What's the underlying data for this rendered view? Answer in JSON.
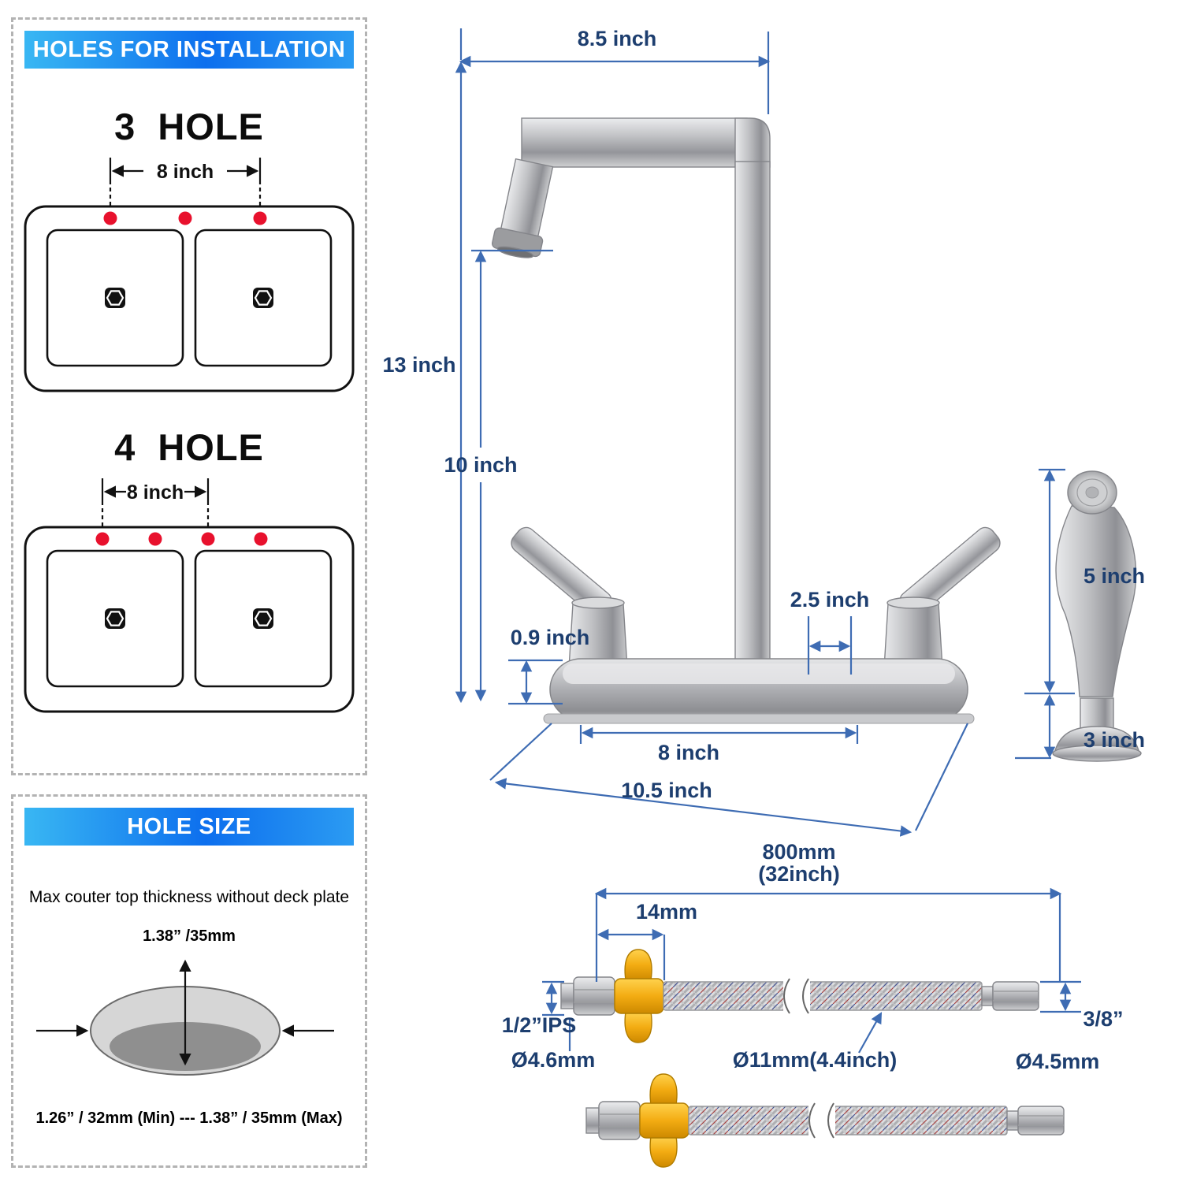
{
  "panel_holes": {
    "title": "HOLES FOR INSTALLATION",
    "hole3": {
      "label": "3  HOLE",
      "dim": "8 inch"
    },
    "hole4": {
      "label": "4  HOLE",
      "dim": "8 inch"
    }
  },
  "panel_size": {
    "title": "HOLE SIZE",
    "note": "Max couter top thickness without deck plate",
    "max_thickness": "1.38” /35mm",
    "range": "1.26” / 32mm (Min) --- 1.38” / 35mm (Max)"
  },
  "faucet": {
    "top_width": "8.5 inch",
    "total_height": "13 inch",
    "spout_height": "10 inch",
    "deck_thickness": "0.9 inch",
    "spout_handle_gap": "2.5 inch",
    "hole_spacing": "8 inch",
    "deck_width": "10.5 inch",
    "sprayer_height": "5 inch",
    "sprayer_base_height": "3 inch"
  },
  "hoses": {
    "length_mm": "800mm",
    "length_inch": "(32inch)",
    "nut_length": "14mm",
    "inlet_thread": "1/2”IPS",
    "inlet_diameter": "Ø4.6mm",
    "hose_diameter": "Ø11mm(4.4inch)",
    "outlet_thread": "3/8”",
    "outlet_diameter": "Ø4.5mm"
  }
}
